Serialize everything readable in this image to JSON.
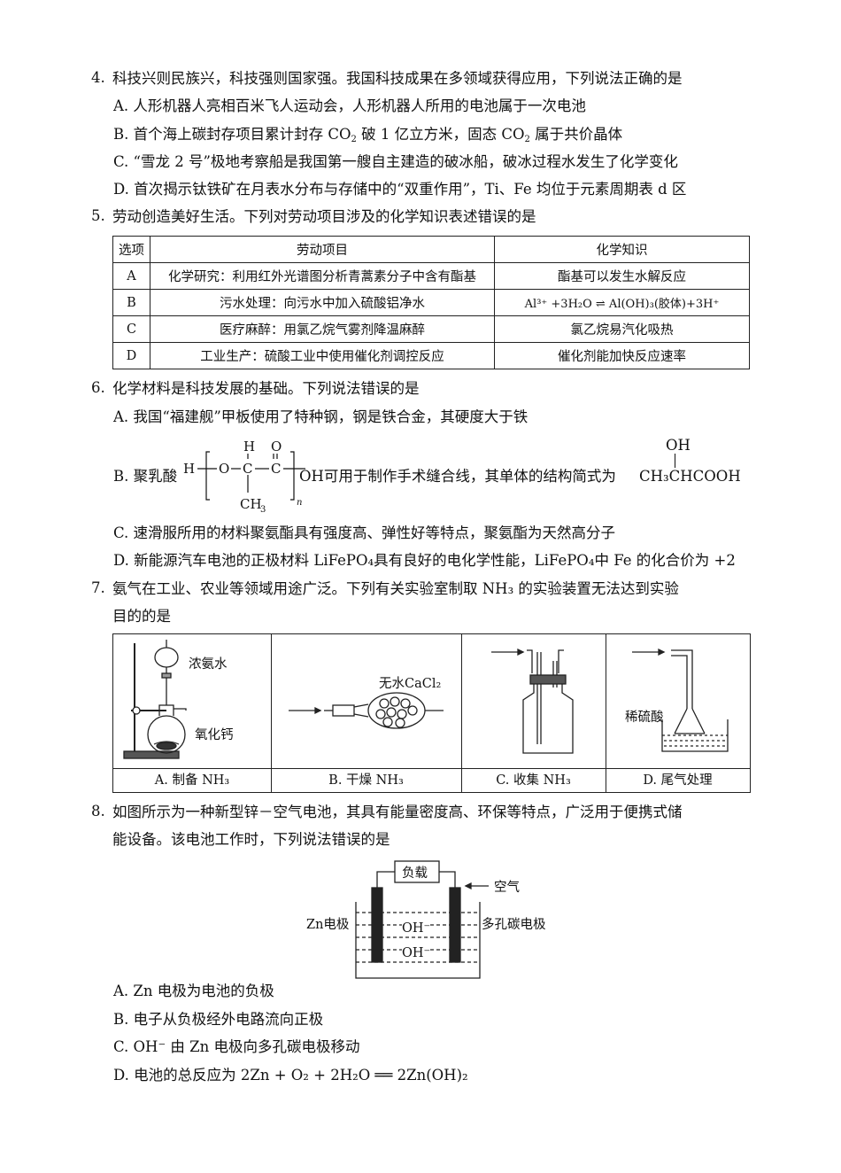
{
  "q4": {
    "num": "4.",
    "stem": "科技兴则民族兴，科技强则国家强。我国科技成果在多领域获得应用，下列说法正确的是",
    "A": "A.  人形机器人亮相百米飞人运动会，人形机器人所用的电池属于一次电池",
    "B_pre": "B.  首个海上碳封存项目累计封存 CO",
    "B_mid": " 破 1 亿立方米，固态 CO",
    "B_post": " 属于共价晶体",
    "sub2": "2",
    "C": "C. “雪龙 2 号”极地考察船是我国第一艘自主建造的破冰船，破冰过程水发生了化学变化",
    "D": "D.  首次揭示钛铁矿在月表水分布与存储中的“双重作用”，Ti、Fe 均位于元素周期表 d 区"
  },
  "q5": {
    "num": "5.",
    "stem": "劳动创造美好生活。下列对劳动项目涉及的化学知识表述错误的是",
    "headers": [
      "选项",
      "劳动项目",
      "化学知识"
    ],
    "rows": [
      {
        "opt": "A",
        "item": "化学研究：利用红外光谱图分析青蒿素分子中含有酯基",
        "know": "酯基可以发生水解反应"
      },
      {
        "opt": "B",
        "item": "污水处理：向污水中加入硫酸铝净水",
        "know": "Al³⁺ +3H₂O ⇌ Al(OH)₃(胶体)+3H⁺"
      },
      {
        "opt": "C",
        "item": "医疗麻醉：用氯乙烷气雾剂降温麻醉",
        "know": "氯乙烷易汽化吸热"
      },
      {
        "opt": "D",
        "item": "工业生产：硫酸工业中使用催化剂调控反应",
        "know": "催化剂能加快反应速率"
      }
    ]
  },
  "q6": {
    "num": "6.",
    "stem": "化学材料是科技发展的基础。下列说法错误的是",
    "A": "A.  我国“福建舰”甲板使用了特种钢，钢是铁合金，其硬度大于铁",
    "B_pre": "B.  聚乳酸",
    "B_post": "OH可用于制作手术缝合线，其单体的结构简式为",
    "monomer": "CH₃CHCOOH",
    "monomer_oh": "OH",
    "C": "C.  速滑服所用的材料聚氨酯具有强度高、弹性好等特点，聚氨酯为天然高分子",
    "D": "D.  新能源汽车电池的正极材料 LiFePO₄具有良好的电化学性能，LiFePO₄中 Fe 的化合价为 +2"
  },
  "q7": {
    "num": "7.",
    "stem1": "氨气在工业、农业等领域用途广泛。下列有关实验室制取 NH₃ 的实验装置无法达到实验",
    "stem2": "目的的是",
    "labels": {
      "ammonia_water": "浓氨水",
      "cao": "氧化钙",
      "cacl2": "无水CaCl₂",
      "h2so4": "稀硫酸"
    },
    "captions": [
      "A.  制备 NH₃",
      "B.  干燥 NH₃",
      "C.  收集 NH₃",
      "D.  尾气处理"
    ]
  },
  "q8": {
    "num": "8.",
    "stem1": "如图所示为一种新型锌－空气电池，其具有能量密度高、环保等特点，广泛用于便携式储",
    "stem2": "能设备。该电池工作时，下列说法错误的是",
    "labels": {
      "load": "负载",
      "air": "空气",
      "zn": "Zn电极",
      "carbon": "多孔碳电极",
      "oh": "OH⁻"
    },
    "A": "A.  Zn 电极为电池的负极",
    "B": "B.  电子从负极经外电路流向正极",
    "C": "C.  OH⁻ 由 Zn 电极向多孔碳电极移动",
    "D": "D.  电池的总反应为 2Zn + O₂ + 2H₂O ══ 2Zn(OH)₂"
  }
}
